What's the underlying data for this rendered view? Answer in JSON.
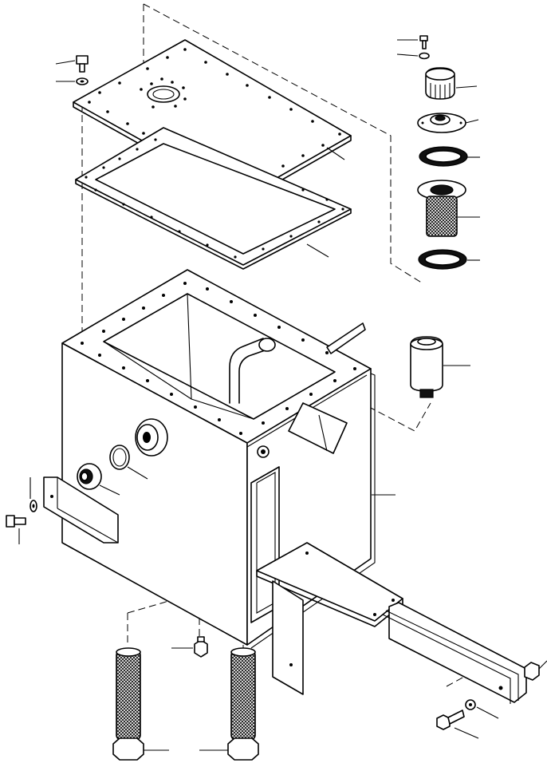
{
  "diagram": {
    "kind": "exploded-parts-view",
    "subject": "hydraulic-tank-assembly",
    "callout_labels_printed": false,
    "parts": [
      {
        "id": "tank-body"
      },
      {
        "id": "tank-cover"
      },
      {
        "id": "cover-gasket"
      },
      {
        "id": "cover-bolt"
      },
      {
        "id": "cover-washer"
      },
      {
        "id": "filler-cap"
      },
      {
        "id": "filler-flange"
      },
      {
        "id": "filler-gasket-upper"
      },
      {
        "id": "filler-strainer"
      },
      {
        "id": "filler-gasket-lower"
      },
      {
        "id": "breather-filter"
      },
      {
        "id": "sight-gauge-plug"
      },
      {
        "id": "o-ring"
      },
      {
        "id": "port-boss"
      },
      {
        "id": "side-plate"
      },
      {
        "id": "side-bolt"
      },
      {
        "id": "side-washer"
      },
      {
        "id": "mounting-bracket"
      },
      {
        "id": "mounting-strap"
      },
      {
        "id": "strap-bolt"
      },
      {
        "id": "strap-washer"
      },
      {
        "id": "strap-nut"
      },
      {
        "id": "drain-plug"
      },
      {
        "id": "suction-strainer-left"
      },
      {
        "id": "suction-strainer-right"
      }
    ]
  }
}
